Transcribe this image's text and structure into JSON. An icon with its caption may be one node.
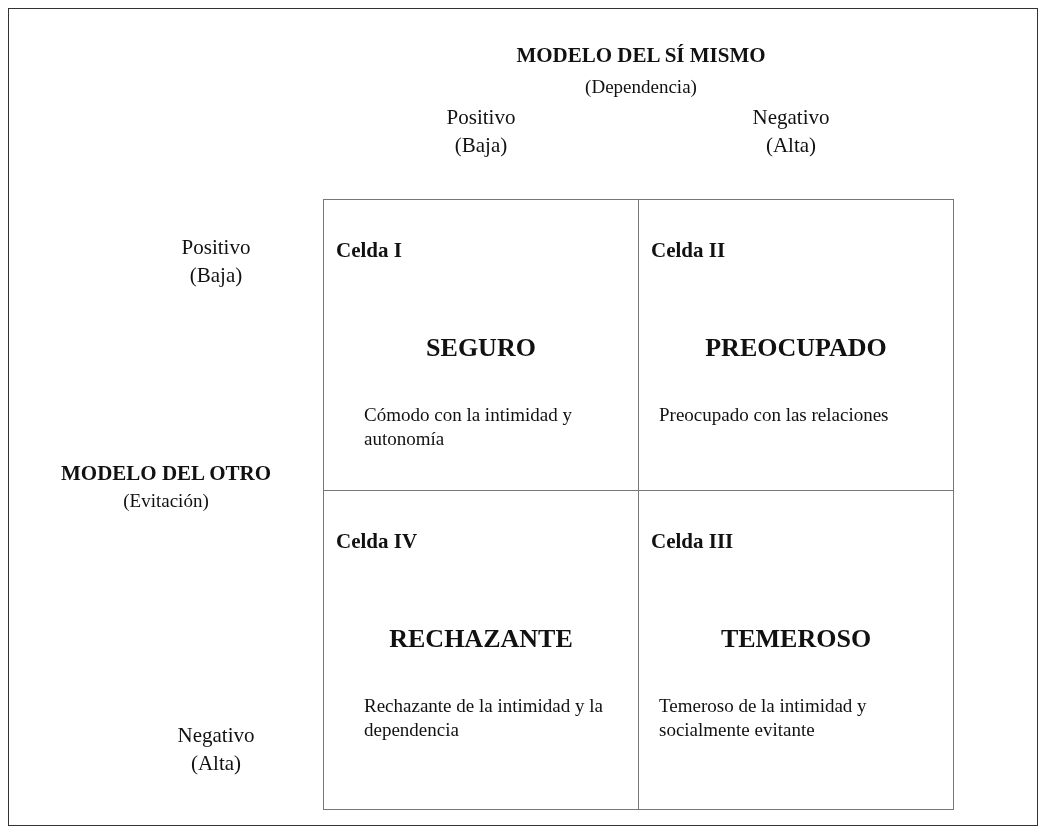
{
  "diagram": {
    "nodes": [
      {
        "text": [
          "Celda I",
          "SEGURO",
          "Cómodo con la intimidad y autonomía"
        ]
      },
      {
        "text": [
          "Celda II",
          "PREOCUPADO",
          "Preocupado con las relaciones"
        ]
      },
      {
        "text": [
          "Celda IV",
          "RECHAZANTE",
          "Rechazante de la intimidad y la dependencia"
        ]
      },
      {
        "text": [
          "Celda III",
          "TEMEROSO",
          "Temeroso de la intimidad y socialmente evitante"
        ]
      }
    ],
    "labels": [
      "MODELO DEL SÍ MISMO",
      "(Dependencia)",
      "Positivo (Baja)",
      "Negativo (Alta)",
      "Positivo (Baja)",
      "MODELO DEL OTRO",
      "(Evitación)",
      "Negativo (Alta)"
    ]
  }
}
